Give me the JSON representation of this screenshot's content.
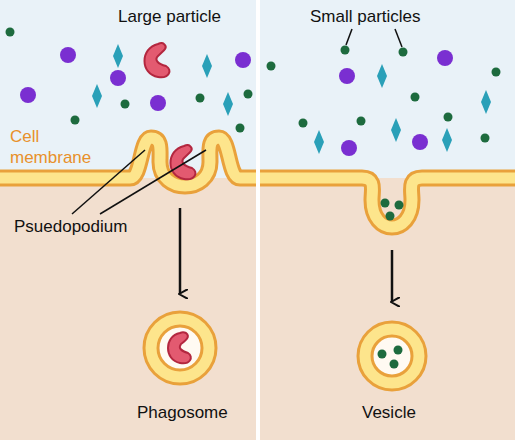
{
  "diagram": {
    "labels": [
      "Large particle",
      "Small particles",
      "Cell membrane",
      "Psuedopodium",
      "Phagosome",
      "Vesicle"
    ]
  }
}
